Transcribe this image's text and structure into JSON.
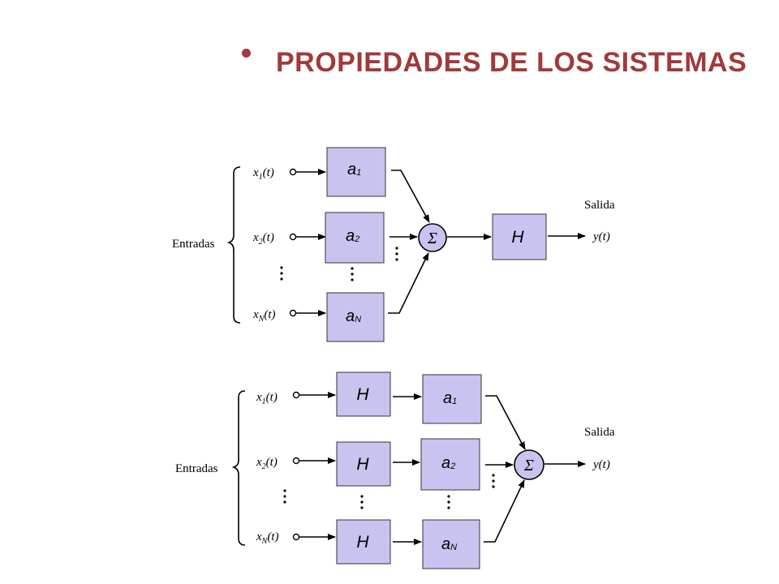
{
  "slide": {
    "title": "PROPIEDADES DE LOS SISTEMAS",
    "accent_color": "#a13a3a",
    "block_fill": "#c8c4ef"
  },
  "diagram_top": {
    "group_label": "Entradas",
    "inputs": [
      {
        "sym": "x",
        "sub": "1",
        "arg": "(t)"
      },
      {
        "sym": "x",
        "sub": "2",
        "arg": "(t)"
      },
      {
        "sym": "x",
        "sub": "N",
        "arg": "(t)"
      }
    ],
    "gains": [
      {
        "sym": "a",
        "sub": "1"
      },
      {
        "sym": "a",
        "sub": "2"
      },
      {
        "sym": "a",
        "sub": "N"
      }
    ],
    "sum_symbol": "Σ",
    "system_label": "H",
    "output_label": "Salida",
    "output_signal": "y(t)"
  },
  "diagram_bottom": {
    "group_label": "Entradas",
    "inputs": [
      {
        "sym": "x",
        "sub": "1",
        "arg": "(t)"
      },
      {
        "sym": "x",
        "sub": "2",
        "arg": "(t)"
      },
      {
        "sym": "x",
        "sub": "N",
        "arg": "(t)"
      }
    ],
    "systems": [
      "H",
      "H",
      "H"
    ],
    "gains": [
      {
        "sym": "a",
        "sub": "1"
      },
      {
        "sym": "a",
        "sub": "2"
      },
      {
        "sym": "a",
        "sub": "N"
      }
    ],
    "sum_symbol": "Σ",
    "output_label": "Salida",
    "output_signal": "y(t)"
  }
}
